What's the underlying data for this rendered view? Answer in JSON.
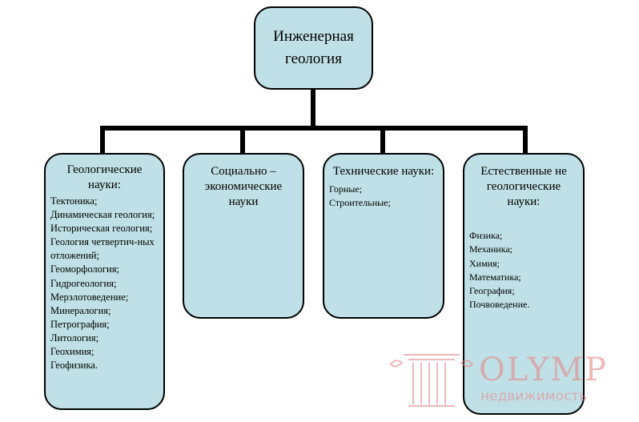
{
  "diagram": {
    "root": "Инженерная геология",
    "branches": [
      {
        "title": "Геологические науки:",
        "items": [
          "Тектоника;",
          "Динамическая геология;",
          "Историческая геология;",
          "Геология четвертич-ных отложений;",
          "Геоморфология;",
          "Гидрогеология;",
          "Мерзлотоведение;",
          "Минералогия;",
          "Петрография;",
          "Литология;",
          "Геохимия;",
          "Геофизика."
        ]
      },
      {
        "title": "Социально – экономические науки",
        "items": []
      },
      {
        "title": "Технические науки:",
        "items": [
          "Горные;",
          "Строительные;"
        ]
      },
      {
        "title": "Естественные не геологические науки:",
        "items": [
          "Физика;",
          "Механика;",
          "Химия;",
          "Математика;",
          "География;",
          "Почвоведение."
        ]
      }
    ]
  },
  "watermark": {
    "brand": "OLYMP",
    "tagline": "недвижимость"
  },
  "colors": {
    "box_fill": "#bfe0e6",
    "outline": "#000000",
    "watermark": "#e48a8a"
  }
}
